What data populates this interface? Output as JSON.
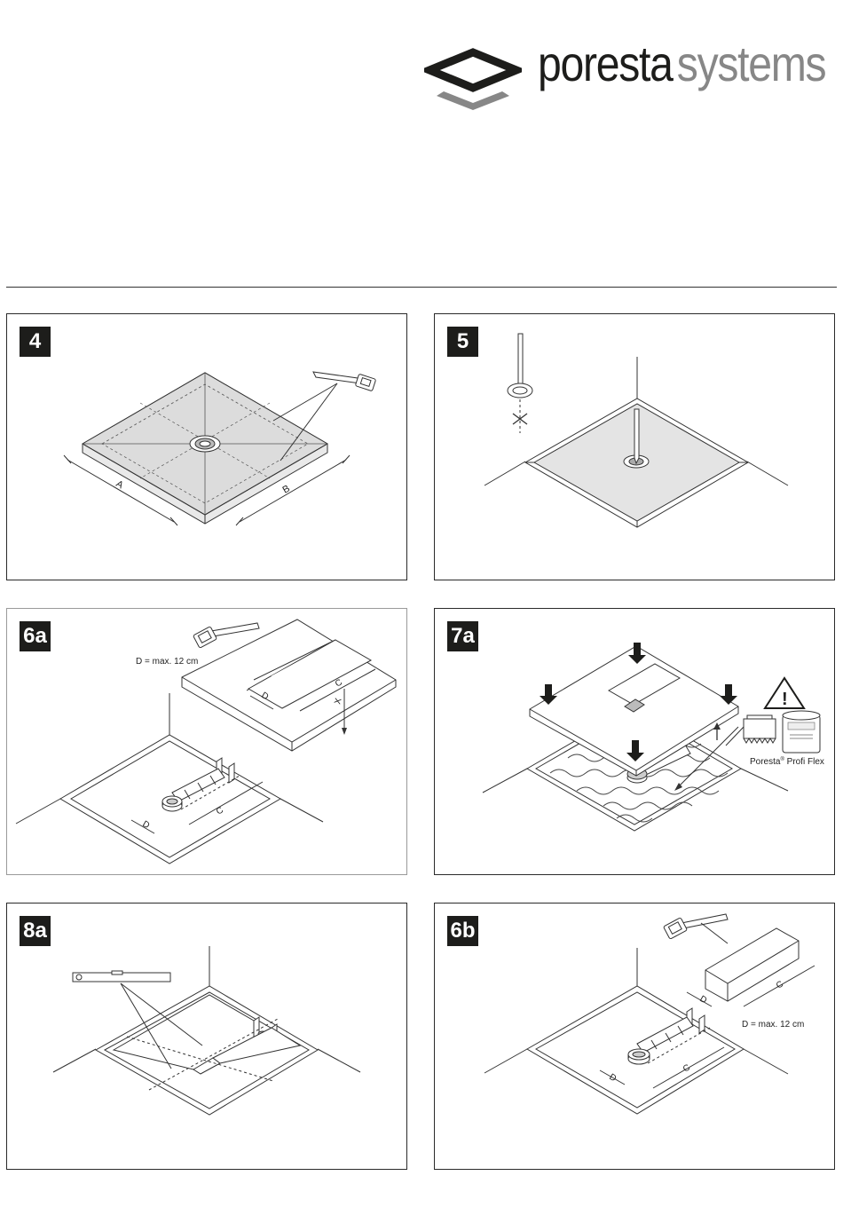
{
  "brand": {
    "word_primary": "poresta",
    "word_secondary": "systems",
    "primary_color": "#1d1d1b",
    "secondary_color": "#878787"
  },
  "panels": [
    {
      "step": "4",
      "labels": {
        "a": "A",
        "b": "B"
      }
    },
    {
      "step": "5"
    },
    {
      "step": "6a",
      "labels": {
        "dim_note": "D = max. 12 cm",
        "d": "D",
        "c": "C",
        "x": "X"
      }
    },
    {
      "step": "7a",
      "labels": {
        "product": "Poresta",
        "reg": "®",
        "product_suffix": " Profi Flex",
        "warning": "!"
      }
    },
    {
      "step": "8a"
    },
    {
      "step": "6b",
      "labels": {
        "dim_note": "D = max. 12 cm",
        "d": "D",
        "c": "C"
      }
    }
  ]
}
